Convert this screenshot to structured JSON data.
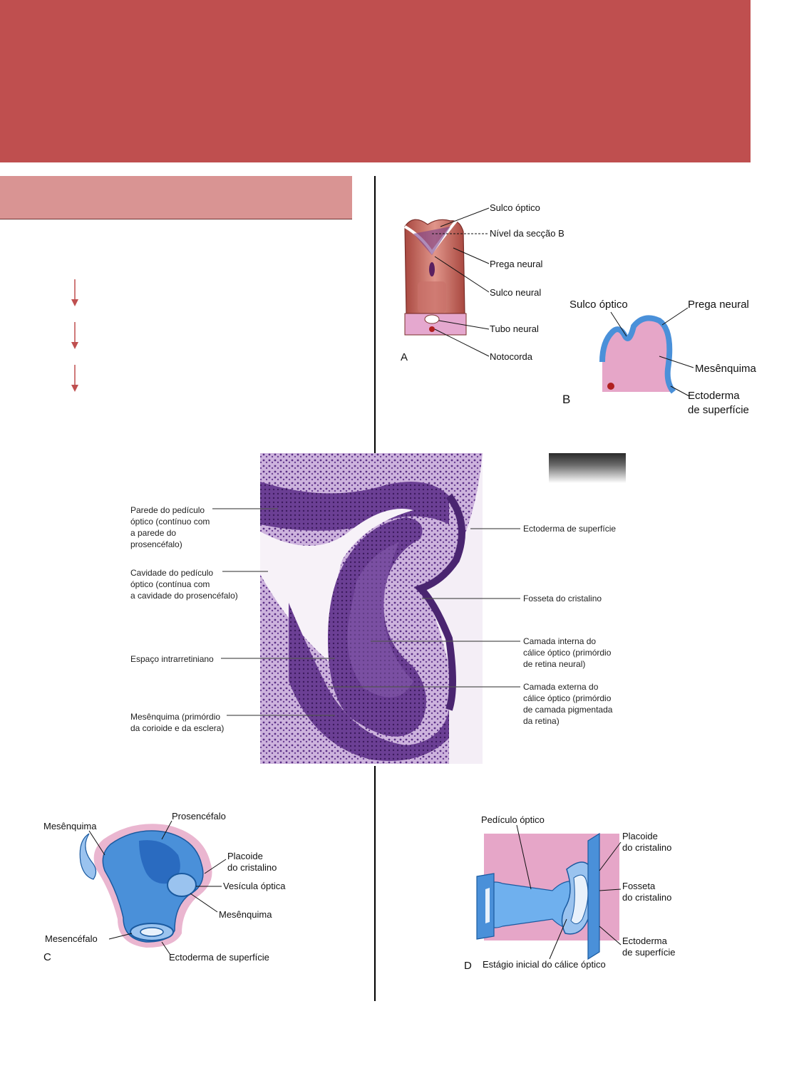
{
  "figA": {
    "letter": "A",
    "labels": {
      "sulco_optico": "Sulco óptico",
      "nivel_seccao": "Nível da secção B",
      "prega_neural": "Prega neural",
      "sulco_neural": "Sulco neural",
      "tubo_neural": "Tubo neural",
      "notocorda": "Notocorda"
    }
  },
  "figB": {
    "letter": "B",
    "labels": {
      "sulco_optico": "Sulco óptico",
      "prega_neural": "Prega neural",
      "mesenquima": "Mesênquima",
      "ectoderma_1": "Ectoderma",
      "ectoderma_2": "de superfície"
    }
  },
  "micro": {
    "left_labels": [
      {
        "lines": [
          "Parede do pedículo",
          "óptico (contínuo com",
          "a parede do prosencéfalo)"
        ]
      },
      {
        "lines": [
          "Cavidade do pedículo",
          "óptico (contínua com",
          "a cavidade do prosencéfalo)"
        ]
      },
      {
        "lines": [
          "Espaço intrarretiniano"
        ]
      },
      {
        "lines": [
          "Mesênquima (primórdio",
          "da corioide e da esclera)"
        ]
      }
    ],
    "right_labels": [
      {
        "lines": [
          "Ectoderma de superfície"
        ]
      },
      {
        "lines": [
          "Fosseta do cristalino"
        ]
      },
      {
        "lines": [
          "Camada interna do",
          "cálice óptico (primórdio",
          "de retina neural)"
        ]
      },
      {
        "lines": [
          "Camada externa do",
          "cálice óptico (primórdio",
          "de camada pigmentada",
          "da retina)"
        ]
      }
    ]
  },
  "figC": {
    "letter": "C",
    "labels": {
      "mesenquima_top": "Mesênquima",
      "prosencefalo": "Prosencéfalo",
      "placoide_1": "Placoide",
      "placoide_2": "do cristalino",
      "vesicula": "Vesícula óptica",
      "mesenquima_mid": "Mesênquima",
      "mesencefalo": "Mesencéfalo",
      "ectoderma": "Ectoderma de superfície"
    }
  },
  "figD": {
    "letter": "D",
    "labels": {
      "pediculo": "Pedículo óptico",
      "placoide_1": "Placoide",
      "placoide_2": "do cristalino",
      "fosseta_1": "Fosseta",
      "fosseta_2": "do cristalino",
      "ectoderma_1": "Ectoderma",
      "ectoderma_2": "de superfície",
      "estagio": "Estágio inicial do cálice óptico"
    }
  },
  "colors": {
    "header": "#bf4f4f",
    "subheader": "#d99493",
    "arrow": "#bf4f4f",
    "histology": "#6b3f94",
    "embryo_blue": "#4a90d9",
    "embryo_pink": "#e6a6c8"
  }
}
